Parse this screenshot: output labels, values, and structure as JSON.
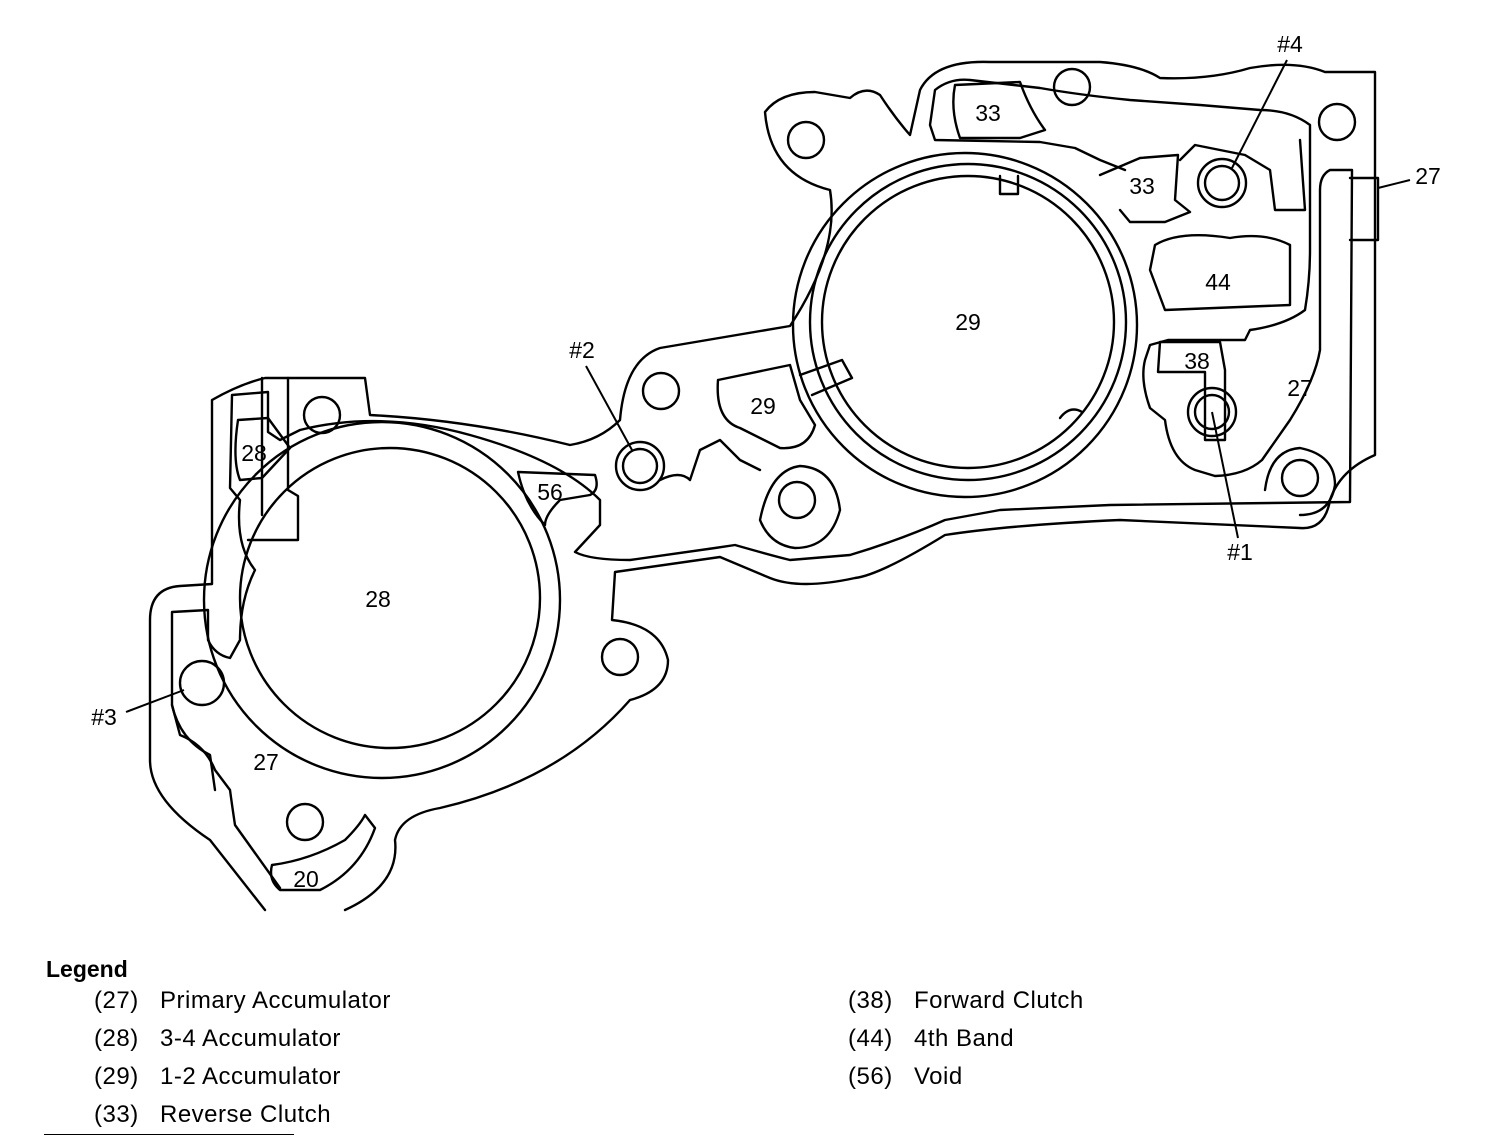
{
  "diagram": {
    "region_labels": {
      "r20": "20",
      "r27_left": "27",
      "r27_right": "27",
      "r27_edge": "27",
      "r28_small": "28",
      "r28_big": "28",
      "r29_big": "29",
      "r29_small": "29",
      "r33_top": "33",
      "r33_mid": "33",
      "r38": "38",
      "r44": "44",
      "r56": "56"
    },
    "check_balls": {
      "b1": "#1",
      "b2": "#2",
      "b3": "#3",
      "b4": "#4"
    }
  },
  "legend": {
    "title": "Legend",
    "items_left": [
      {
        "code": "(27)",
        "label": "Primary Accumulator"
      },
      {
        "code": "(28)",
        "label": "3-4 Accumulator"
      },
      {
        "code": "(29)",
        "label": "1-2 Accumulator"
      },
      {
        "code": "(33)",
        "label": "Reverse Clutch"
      }
    ],
    "items_right": [
      {
        "code": "(38)",
        "label": "Forward Clutch"
      },
      {
        "code": "(44)",
        "label": "4th Band"
      },
      {
        "code": "(56)",
        "label": "Void"
      }
    ]
  }
}
